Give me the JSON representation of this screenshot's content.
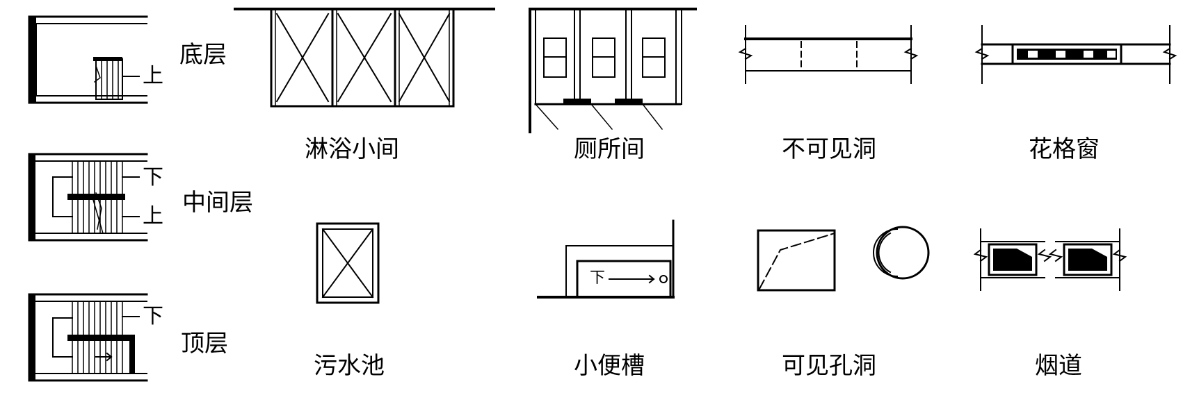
{
  "stairs": {
    "ground": {
      "label": "底层",
      "up": "上"
    },
    "middle": {
      "label": "中间层",
      "down": "下",
      "up": "上"
    },
    "top": {
      "label": "顶层",
      "down": "下"
    }
  },
  "symbols": {
    "shower": "淋浴小间",
    "toilet": "厕所间",
    "hidden_opening": "不可见洞",
    "lattice_window": "花格窗",
    "sink": "污水池",
    "urinal": "小便槽",
    "urinal_down": "下",
    "visible_opening": "可见孔洞",
    "flue": "烟道"
  }
}
